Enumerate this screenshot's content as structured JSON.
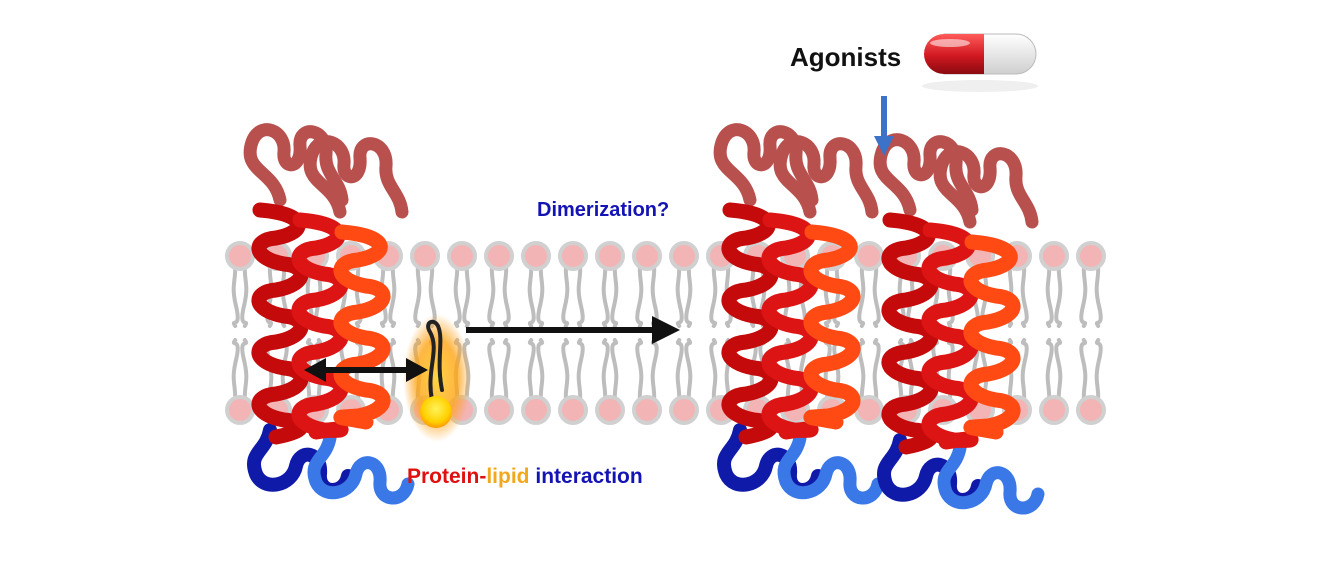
{
  "labels": {
    "agonists": "Agonists",
    "dimerization": "Dimerization?",
    "interaction": {
      "part1": "Protein",
      "dash": "-",
      "part2": "lipid",
      "part3": "interaction"
    }
  },
  "colors": {
    "helix_dark": "#c40a0a",
    "helix_mid": "#dd1414",
    "helix_light": "#ff4a14",
    "loop_extracellular": "#b8504e",
    "tail_dark": "#101aa8",
    "tail_light": "#3a78e8",
    "lipid_head": "#f2b4b4",
    "lipid_head_stroke": "#d0d0d0",
    "lipid_tail": "#bdbdbd",
    "arrow_black": "#111111",
    "arrow_blue": "#3c72c8",
    "capsule_red": "#d01820",
    "capsule_white": "#eeeeee",
    "glow_orange": "#ffae1a",
    "glow_yellow": "#fff200",
    "label_blue": "#1414b4",
    "label_red": "#e01010",
    "label_orange": "#f2a81e"
  }
}
